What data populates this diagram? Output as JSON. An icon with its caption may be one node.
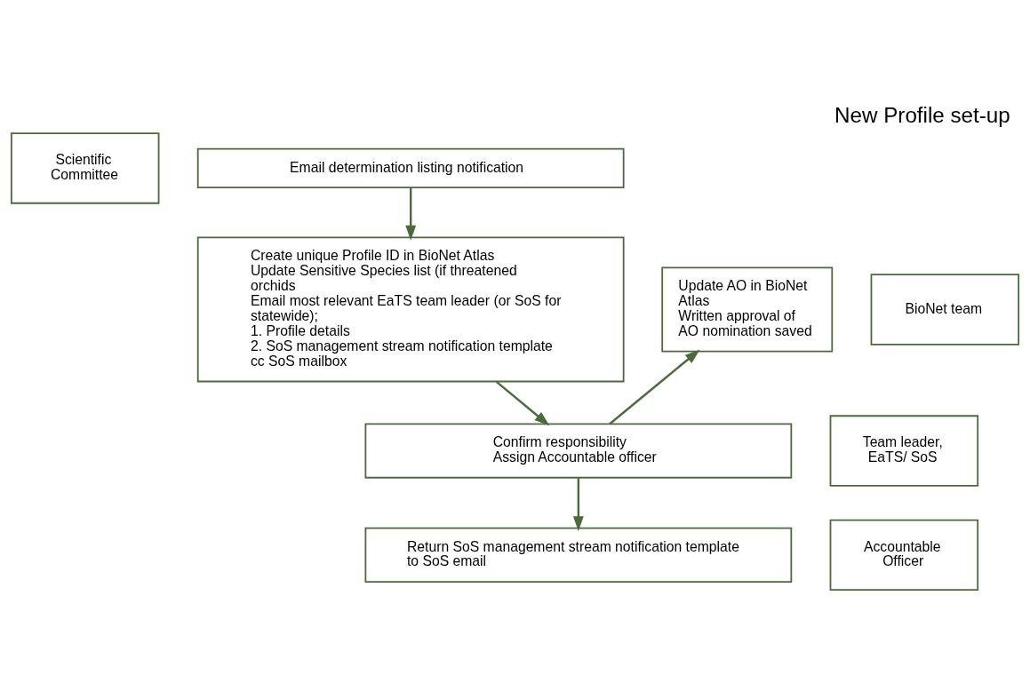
{
  "diagram": {
    "title": "New Profile set-up",
    "nodes": [
      {
        "text": [
          "Scientific Committee"
        ]
      },
      {
        "text": [
          "Email determination listing notification"
        ]
      },
      {
        "text": [
          "BioNet team"
        ]
      },
      {
        "text": [
          "Create unique Profile ID in BioNet Atlas",
          "Update Sensitive Species list (if threatened orchids",
          "Email most relevant EaTS team leader (or SoS for statewide);",
          "1. Profile details",
          "2. SoS management stream notification template",
          "cc SoS mailbox"
        ]
      },
      {
        "text": [
          "Update AO in BioNet Atlas",
          "Written approval of AO nomination saved"
        ]
      },
      {
        "text": [
          "Team leader, EaTS/ SoS"
        ]
      },
      {
        "text": [
          "Confirm responsibility",
          "Assign Accountable officer"
        ]
      },
      {
        "text": [
          "Accountable Officer"
        ]
      },
      {
        "text": [
          "Return SoS management stream notification template to SoS email"
        ]
      }
    ],
    "edges": [
      {
        "from": 1,
        "to": 3,
        "arrow": "to"
      },
      {
        "from": 3,
        "to": 6,
        "arrow": "to"
      },
      {
        "from": 6,
        "to": 4,
        "arrow": "to"
      },
      {
        "from": 6,
        "to": 8,
        "arrow": "to"
      }
    ]
  }
}
